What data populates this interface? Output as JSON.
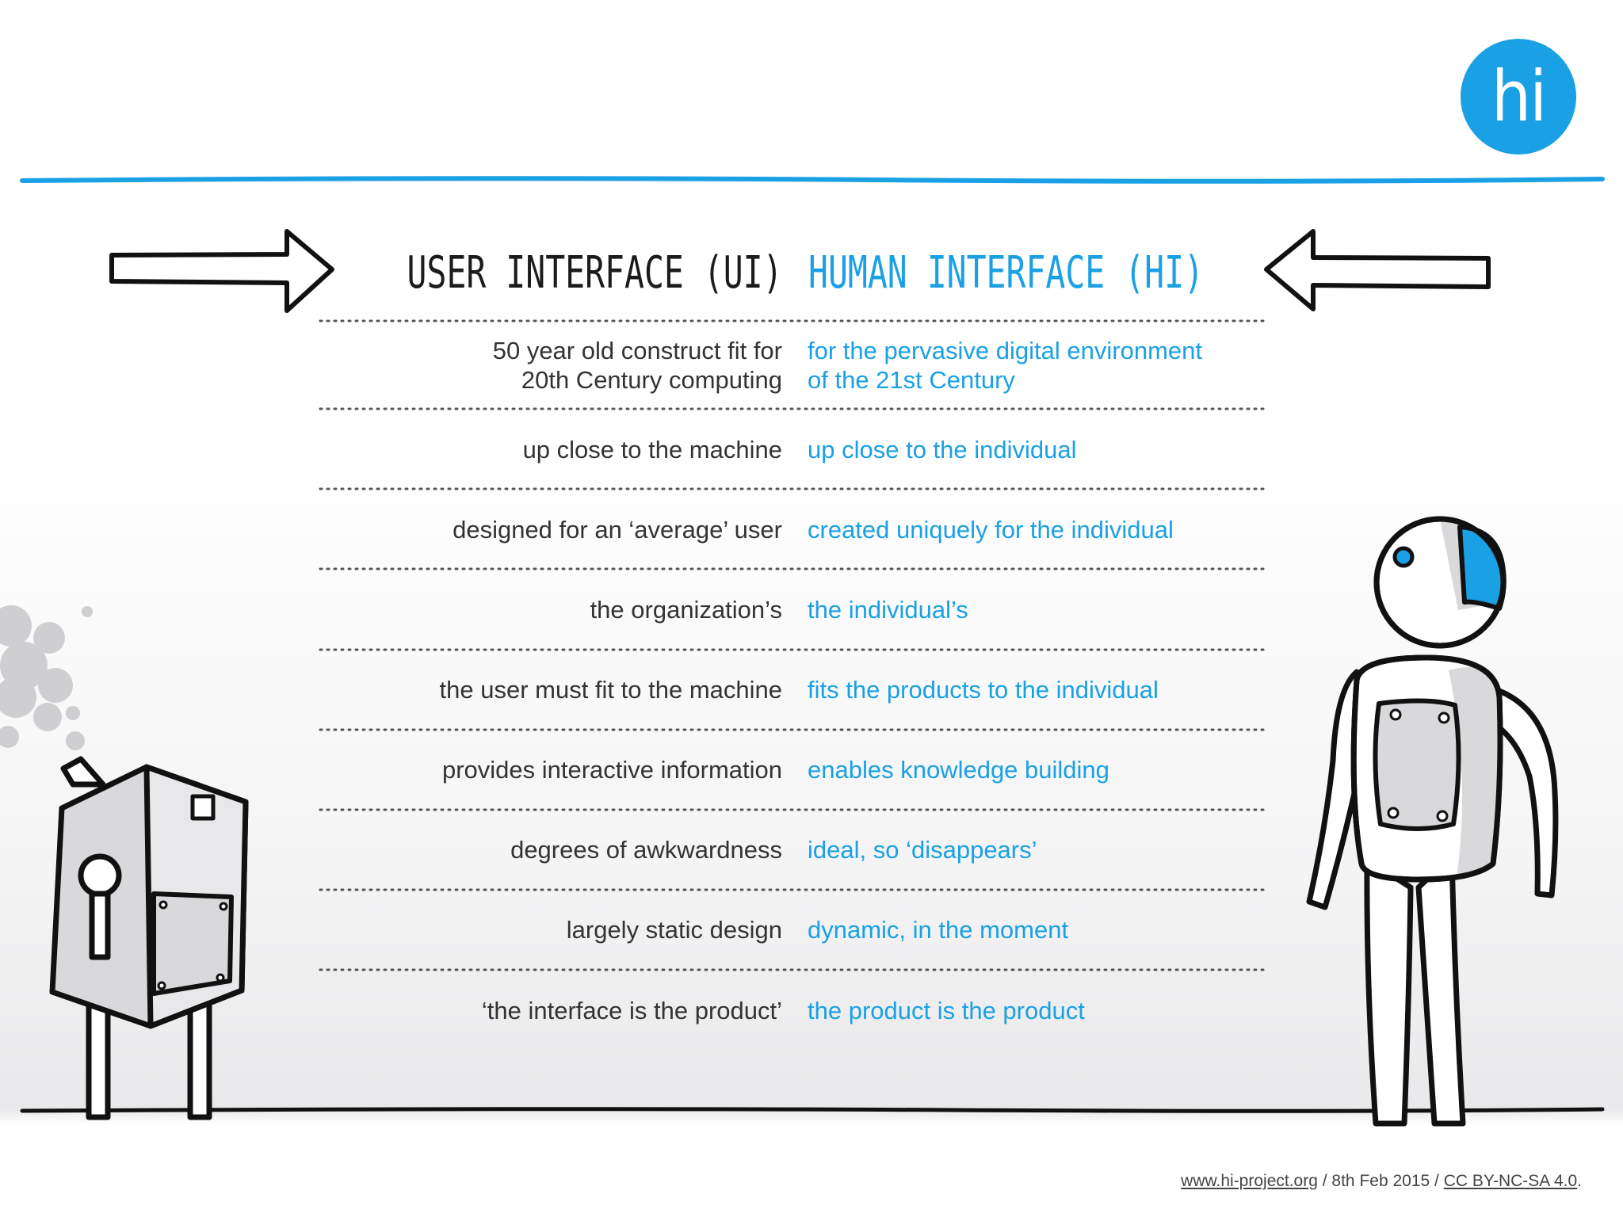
{
  "logo": {
    "text": "hi"
  },
  "headings": {
    "left": "USER INTERFACE (UI)",
    "right": "HUMAN INTERFACE (HI)"
  },
  "rows": [
    {
      "ui": "50 year old construct fit for\n20th Century computing",
      "hi": "for the pervasive digital environment\nof the 21st Century"
    },
    {
      "ui": "up close to the machine",
      "hi": "up close to the individual"
    },
    {
      "ui": "designed for an ‘average’ user",
      "hi": "created uniquely for the individual"
    },
    {
      "ui": "the organization’s",
      "hi": "the individual’s"
    },
    {
      "ui": "the user must fit to the machine",
      "hi": "fits the products to the individual"
    },
    {
      "ui": "provides interactive information",
      "hi": "enables knowledge building"
    },
    {
      "ui": "degrees of awkwardness",
      "hi": "ideal, so ‘disappears’"
    },
    {
      "ui": "largely static design",
      "hi": "dynamic, in the moment"
    },
    {
      "ui": "‘the interface is the product’",
      "hi": "the product is the product"
    }
  ],
  "footer": {
    "site": "www.hi-project.org",
    "sep1": " / ",
    "date": "8th Feb 2015",
    "sep2": " / ",
    "license": "CC BY-NC-SA 4.0",
    "end": "."
  },
  "colors": {
    "accent": "#1aa0e4",
    "ink": "#111111",
    "ui_text": "#333333"
  }
}
